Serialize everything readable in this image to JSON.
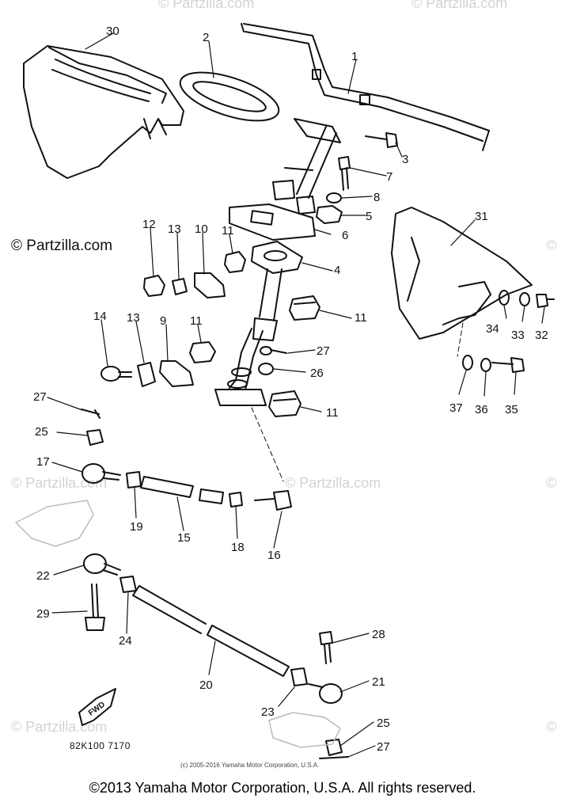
{
  "watermarks": {
    "brand_main": "© Partzilla.com",
    "brand_faint": "© Partzilla.com",
    "symbol": "©"
  },
  "diagram_code": "82K100 7170",
  "fwd_label": "FWD",
  "small_credit": "(c) 2005-2016 Yamaha Motor Corporation, U.S.A.",
  "footer": "©2013 Yamaha Motor Corporation, U.S.A. All rights reserved.",
  "callouts": [
    "1",
    "2",
    "3",
    "4",
    "5",
    "6",
    "7",
    "8",
    "9",
    "10",
    "11",
    "12",
    "13",
    "14",
    "15",
    "16",
    "17",
    "18",
    "19",
    "20",
    "21",
    "22",
    "23",
    "24",
    "25",
    "26",
    "27",
    "28",
    "29",
    "30",
    "31",
    "32",
    "33",
    "34",
    "35",
    "36",
    "37"
  ]
}
